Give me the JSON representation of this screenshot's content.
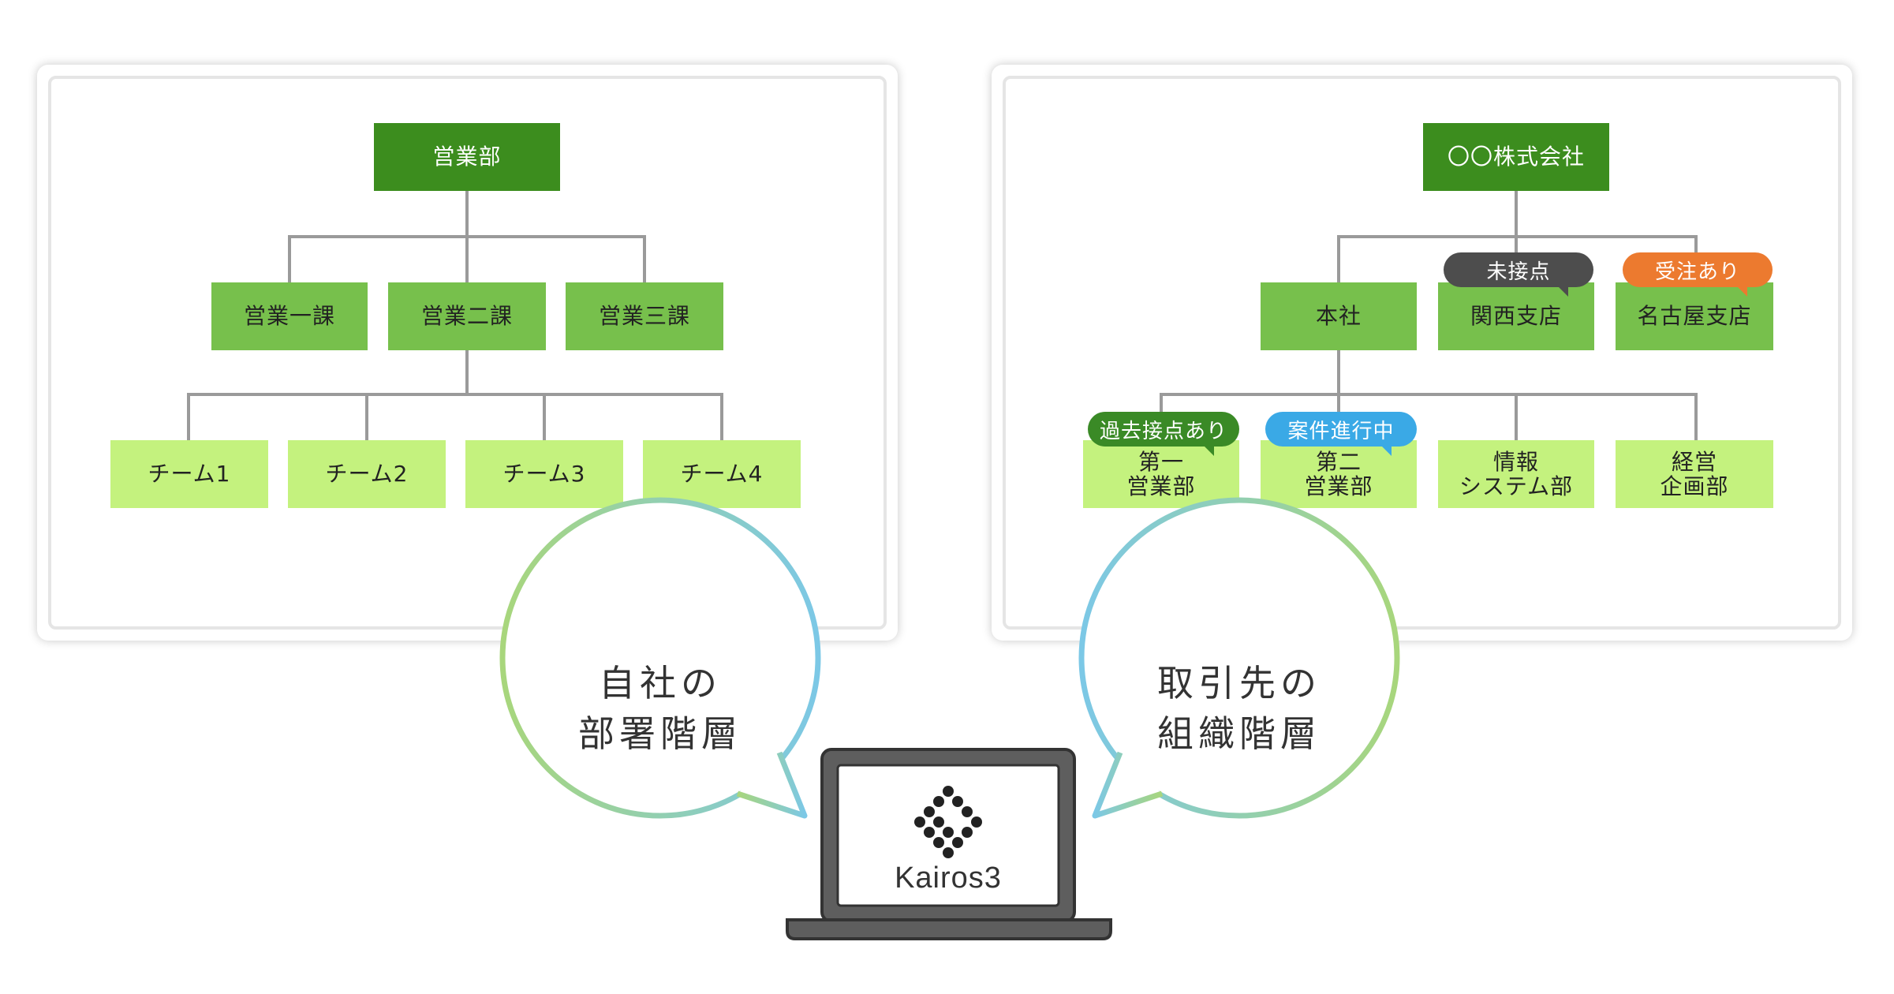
{
  "left_panel": {
    "root": "営業部",
    "sections": [
      "営業一課",
      "営業二課",
      "営業三課"
    ],
    "teams": [
      "チーム1",
      "チーム2",
      "チーム3",
      "チーム4"
    ]
  },
  "right_panel": {
    "root": "〇〇株式会社",
    "branches": [
      "本社",
      "関西支店",
      "名古屋支店"
    ],
    "departments": [
      "第一\n営業部",
      "第二\n営業部",
      "情報\nシステム部",
      "経営\n企画部"
    ],
    "badges": {
      "kansai": "未接点",
      "nagoya": "受注あり",
      "dept1": "過去接点あり",
      "dept2": "案件進行中"
    }
  },
  "bubbles": {
    "left": "自社の\n部署階層",
    "right": "取引先の\n組織階層"
  },
  "laptop": {
    "brand": "Kairos3"
  },
  "colors": {
    "level0": "#3c8d1e",
    "level1": "#77c04c",
    "level2": "#c4f27e",
    "badge_gray": "#4d4d4d",
    "badge_orange": "#ec7a2f",
    "badge_green": "#3a8a26",
    "badge_blue": "#3aa9e6",
    "bubble_green": "#a8d67c",
    "bubble_blue": "#7cc8e6"
  }
}
